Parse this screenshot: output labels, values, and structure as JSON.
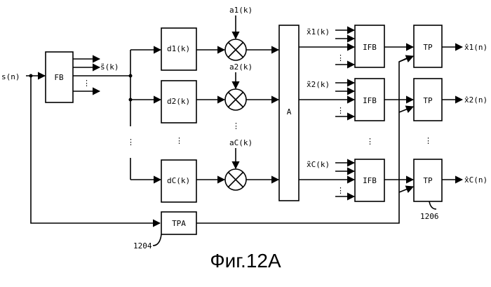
{
  "diagram": {
    "input": "s(n)",
    "blocks": {
      "fb": "FB",
      "a": "A",
      "tpa": "TPA",
      "delays": [
        "d1(k)",
        "d2(k)",
        "dC(k)"
      ],
      "ifb": [
        "IFB",
        "IFB",
        "IFB"
      ],
      "tp": [
        "TP",
        "TP",
        "TP"
      ]
    },
    "signals": {
      "subband": "s̃(k)",
      "gains": [
        "a1(k)",
        "a2(k)",
        "aC(k)"
      ],
      "mixed": [
        "x̃1(k)",
        "x̃2(k)",
        "x̃C(k)"
      ],
      "outputs": [
        "x̂1(n)",
        "x̂2(n)",
        "x̂C(n)"
      ]
    },
    "refs": {
      "tpa": "1204",
      "tp": "1206"
    },
    "ellipsis": "⋮"
  },
  "caption": "Фиг.12A"
}
